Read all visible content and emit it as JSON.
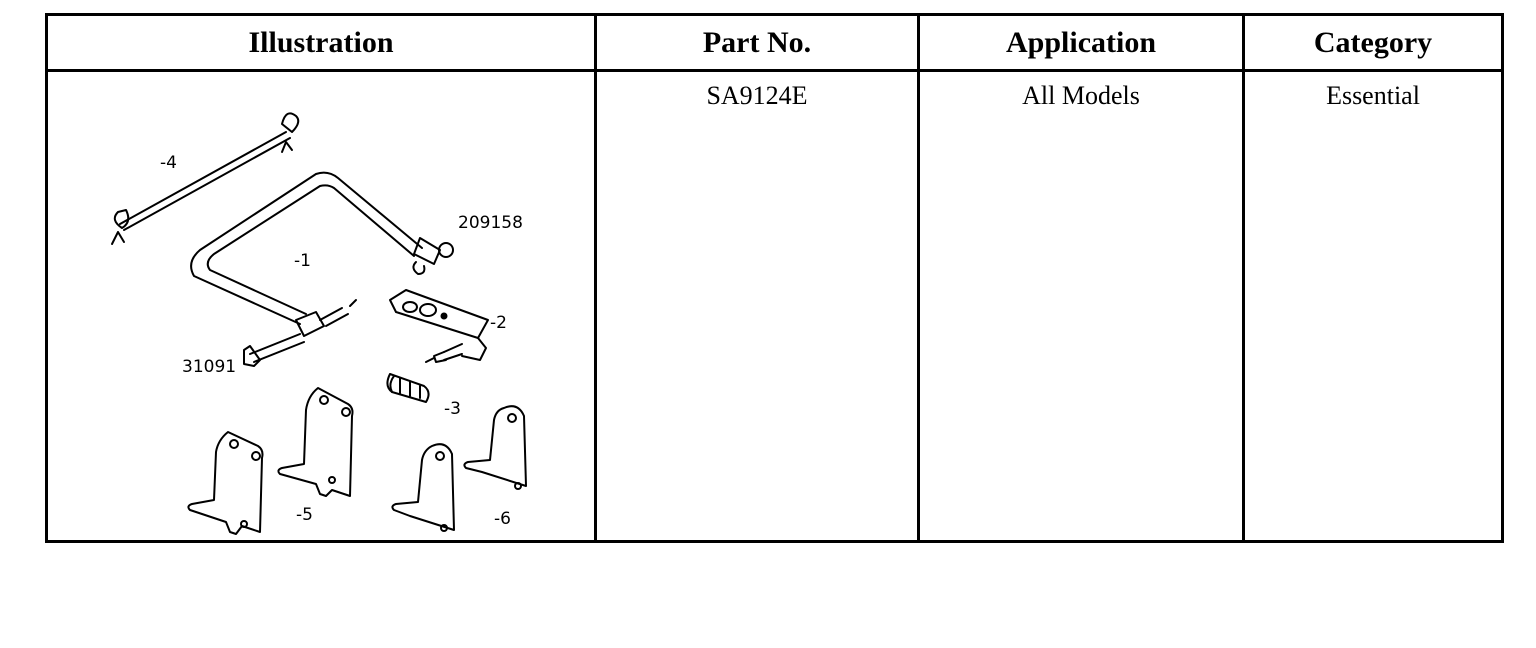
{
  "table": {
    "headers": {
      "illustration": "Illustration",
      "part_no": "Part No.",
      "application": "Application",
      "category": "Category"
    },
    "row": {
      "part_no": "SA9124E",
      "application": "All Models",
      "category": "Essential"
    },
    "callouts": {
      "c4": "-4",
      "c1": "-1",
      "c209158": "209158",
      "c2": "-2",
      "c31091": "31091",
      "c3": "-3",
      "c5": "-5",
      "c6": "-6"
    }
  }
}
